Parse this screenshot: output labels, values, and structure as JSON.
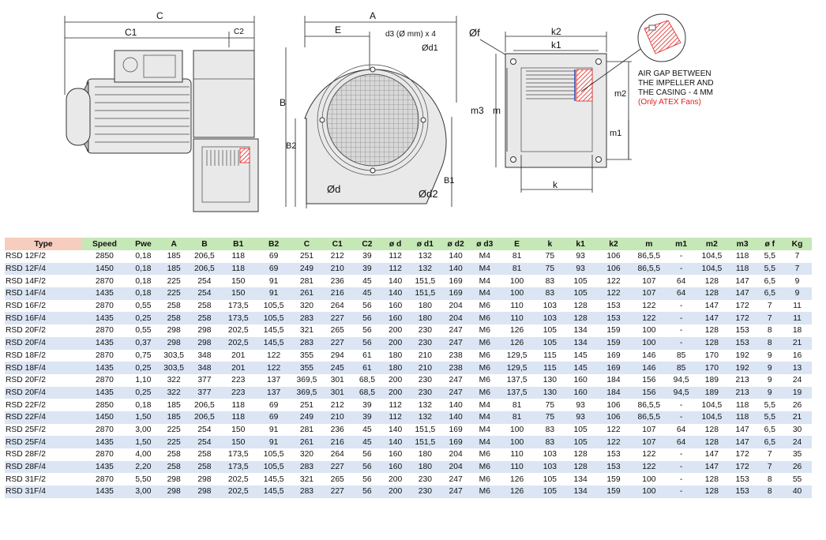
{
  "drawing": {
    "side_labels": {
      "c": "C",
      "c1": "C1",
      "c2": "C2"
    },
    "front_labels": {
      "a": "A",
      "e": "E",
      "b": "B",
      "b1": "B1",
      "b2": "B2",
      "d3": "d3 (Ø mm) x 4",
      "d1": "Ød1",
      "d": "Ød",
      "d2": "Ød2"
    },
    "outlet_labels": {
      "f": "Øf",
      "k2": "k2",
      "k1": "k1",
      "k": "k",
      "m": "m",
      "m1": "m1",
      "m2": "m2",
      "m3": "m3"
    },
    "note": {
      "line1": "AIR GAP BETWEEN",
      "line2": "THE IMPELLER AND",
      "line3": "THE CASING - 4 MM",
      "line4": "(Only ATEX Fans)"
    },
    "colors": {
      "hatch": "#e02020",
      "note_red": "#e02020",
      "impeller": "#3a4fb0"
    }
  },
  "table": {
    "headers": [
      "Type",
      "Speed",
      "Pwe",
      "A",
      "B",
      "B1",
      "B2",
      "C",
      "C1",
      "C2",
      "ø d",
      "ø d1",
      "ø d2",
      "ø d3",
      "E",
      "k",
      "k1",
      "k2",
      "m",
      "m1",
      "m2",
      "m3",
      "ø f",
      "Kg"
    ],
    "rows": [
      [
        "RSD 12F/2",
        "2850",
        "0,18",
        "185",
        "206,5",
        "118",
        "69",
        "251",
        "212",
        "39",
        "112",
        "132",
        "140",
        "M4",
        "81",
        "75",
        "93",
        "106",
        "86,5,5",
        "-",
        "104,5",
        "118",
        "5,5",
        "7"
      ],
      [
        "RSD 12F/4",
        "1450",
        "0,18",
        "185",
        "206,5",
        "118",
        "69",
        "249",
        "210",
        "39",
        "112",
        "132",
        "140",
        "M4",
        "81",
        "75",
        "93",
        "106",
        "86,5,5",
        "-",
        "104,5",
        "118",
        "5,5",
        "7"
      ],
      [
        "RSD 14F/2",
        "2870",
        "0,18",
        "225",
        "254",
        "150",
        "91",
        "281",
        "236",
        "45",
        "140",
        "151,5",
        "169",
        "M4",
        "100",
        "83",
        "105",
        "122",
        "107",
        "64",
        "128",
        "147",
        "6,5",
        "9"
      ],
      [
        "RSD 14F/4",
        "1435",
        "0,18",
        "225",
        "254",
        "150",
        "91",
        "261",
        "216",
        "45",
        "140",
        "151,5",
        "169",
        "M4",
        "100",
        "83",
        "105",
        "122",
        "107",
        "64",
        "128",
        "147",
        "6,5",
        "9"
      ],
      [
        "RSD 16F/2",
        "2870",
        "0,55",
        "258",
        "258",
        "173,5",
        "105,5",
        "320",
        "264",
        "56",
        "160",
        "180",
        "204",
        "M6",
        "110",
        "103",
        "128",
        "153",
        "122",
        "-",
        "147",
        "172",
        "7",
        "11"
      ],
      [
        "RSD 16F/4",
        "1435",
        "0,25",
        "258",
        "258",
        "173,5",
        "105,5",
        "283",
        "227",
        "56",
        "160",
        "180",
        "204",
        "M6",
        "110",
        "103",
        "128",
        "153",
        "122",
        "-",
        "147",
        "172",
        "7",
        "11"
      ],
      [
        "RSD 20F/2",
        "2870",
        "0,55",
        "298",
        "298",
        "202,5",
        "145,5",
        "321",
        "265",
        "56",
        "200",
        "230",
        "247",
        "M6",
        "126",
        "105",
        "134",
        "159",
        "100",
        "-",
        "128",
        "153",
        "8",
        "18"
      ],
      [
        "RSD 20F/4",
        "1435",
        "0,37",
        "298",
        "298",
        "202,5",
        "145,5",
        "283",
        "227",
        "56",
        "200",
        "230",
        "247",
        "M6",
        "126",
        "105",
        "134",
        "159",
        "100",
        "-",
        "128",
        "153",
        "8",
        "21"
      ],
      [
        "RSD 18F/2",
        "2870",
        "0,75",
        "303,5",
        "348",
        "201",
        "122",
        "355",
        "294",
        "61",
        "180",
        "210",
        "238",
        "M6",
        "129,5",
        "115",
        "145",
        "169",
        "146",
        "85",
        "170",
        "192",
        "9",
        "16"
      ],
      [
        "RSD 18F/4",
        "1435",
        "0,25",
        "303,5",
        "348",
        "201",
        "122",
        "355",
        "245",
        "61",
        "180",
        "210",
        "238",
        "M6",
        "129,5",
        "115",
        "145",
        "169",
        "146",
        "85",
        "170",
        "192",
        "9",
        "13"
      ],
      [
        "RSD 20F/2",
        "2870",
        "1,10",
        "322",
        "377",
        "223",
        "137",
        "369,5",
        "301",
        "68,5",
        "200",
        "230",
        "247",
        "M6",
        "137,5",
        "130",
        "160",
        "184",
        "156",
        "94,5",
        "189",
        "213",
        "9",
        "24"
      ],
      [
        "RSD 20F/4",
        "1435",
        "0,25",
        "322",
        "377",
        "223",
        "137",
        "369,5",
        "301",
        "68,5",
        "200",
        "230",
        "247",
        "M6",
        "137,5",
        "130",
        "160",
        "184",
        "156",
        "94,5",
        "189",
        "213",
        "9",
        "19"
      ],
      [
        "RSD 22F/2",
        "2850",
        "0,18",
        "185",
        "206,5",
        "118",
        "69",
        "251",
        "212",
        "39",
        "112",
        "132",
        "140",
        "M4",
        "81",
        "75",
        "93",
        "106",
        "86,5,5",
        "-",
        "104,5",
        "118",
        "5,5",
        "26"
      ],
      [
        "RSD 22F/4",
        "1450",
        "1,50",
        "185",
        "206,5",
        "118",
        "69",
        "249",
        "210",
        "39",
        "112",
        "132",
        "140",
        "M4",
        "81",
        "75",
        "93",
        "106",
        "86,5,5",
        "-",
        "104,5",
        "118",
        "5,5",
        "21"
      ],
      [
        "RSD 25F/2",
        "2870",
        "3,00",
        "225",
        "254",
        "150",
        "91",
        "281",
        "236",
        "45",
        "140",
        "151,5",
        "169",
        "M4",
        "100",
        "83",
        "105",
        "122",
        "107",
        "64",
        "128",
        "147",
        "6,5",
        "30"
      ],
      [
        "RSD 25F/4",
        "1435",
        "1,50",
        "225",
        "254",
        "150",
        "91",
        "261",
        "216",
        "45",
        "140",
        "151,5",
        "169",
        "M4",
        "100",
        "83",
        "105",
        "122",
        "107",
        "64",
        "128",
        "147",
        "6,5",
        "24"
      ],
      [
        "RSD 28F/2",
        "2870",
        "4,00",
        "258",
        "258",
        "173,5",
        "105,5",
        "320",
        "264",
        "56",
        "160",
        "180",
        "204",
        "M6",
        "110",
        "103",
        "128",
        "153",
        "122",
        "-",
        "147",
        "172",
        "7",
        "35"
      ],
      [
        "RSD 28F/4",
        "1435",
        "2,20",
        "258",
        "258",
        "173,5",
        "105,5",
        "283",
        "227",
        "56",
        "160",
        "180",
        "204",
        "M6",
        "110",
        "103",
        "128",
        "153",
        "122",
        "-",
        "147",
        "172",
        "7",
        "26"
      ],
      [
        "RSD 31F/2",
        "2870",
        "5,50",
        "298",
        "298",
        "202,5",
        "145,5",
        "321",
        "265",
        "56",
        "200",
        "230",
        "247",
        "M6",
        "126",
        "105",
        "134",
        "159",
        "100",
        "-",
        "128",
        "153",
        "8",
        "55"
      ],
      [
        "RSD 31F/4",
        "1435",
        "3,00",
        "298",
        "298",
        "202,5",
        "145,5",
        "283",
        "227",
        "56",
        "200",
        "230",
        "247",
        "M6",
        "126",
        "105",
        "134",
        "159",
        "100",
        "-",
        "128",
        "153",
        "8",
        "40"
      ]
    ]
  }
}
